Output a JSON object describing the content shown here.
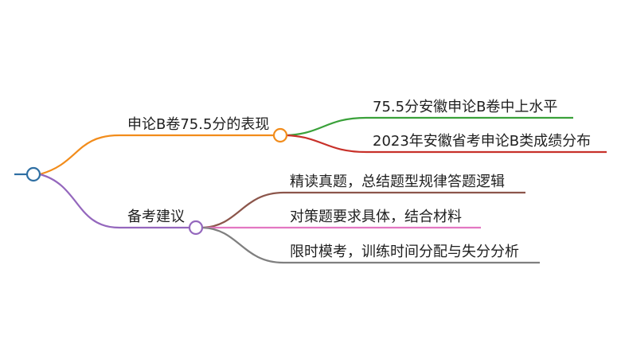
{
  "mindmap": {
    "root": {
      "label": "",
      "color": "#2f6fa3"
    },
    "branches": [
      {
        "label": "申论B卷75.5分的表现",
        "color": "#f28c1b",
        "children": [
          {
            "label": "75.5分安徽申论B卷中上水平",
            "color": "#3aa13a"
          },
          {
            "label": "2023年安徽省考申论B类成绩分布",
            "color": "#c8312a"
          }
        ]
      },
      {
        "label": "备考建议",
        "color": "#9467bd",
        "children": [
          {
            "label": "精读真题，总结题型规律答题逻辑",
            "color": "#8c564b"
          },
          {
            "label": "对策题要求具体，结合材料",
            "color": "#e377c2"
          },
          {
            "label": "限时模考，训练时间分配与失分分析",
            "color": "#7f7f7f"
          }
        ]
      }
    ]
  }
}
